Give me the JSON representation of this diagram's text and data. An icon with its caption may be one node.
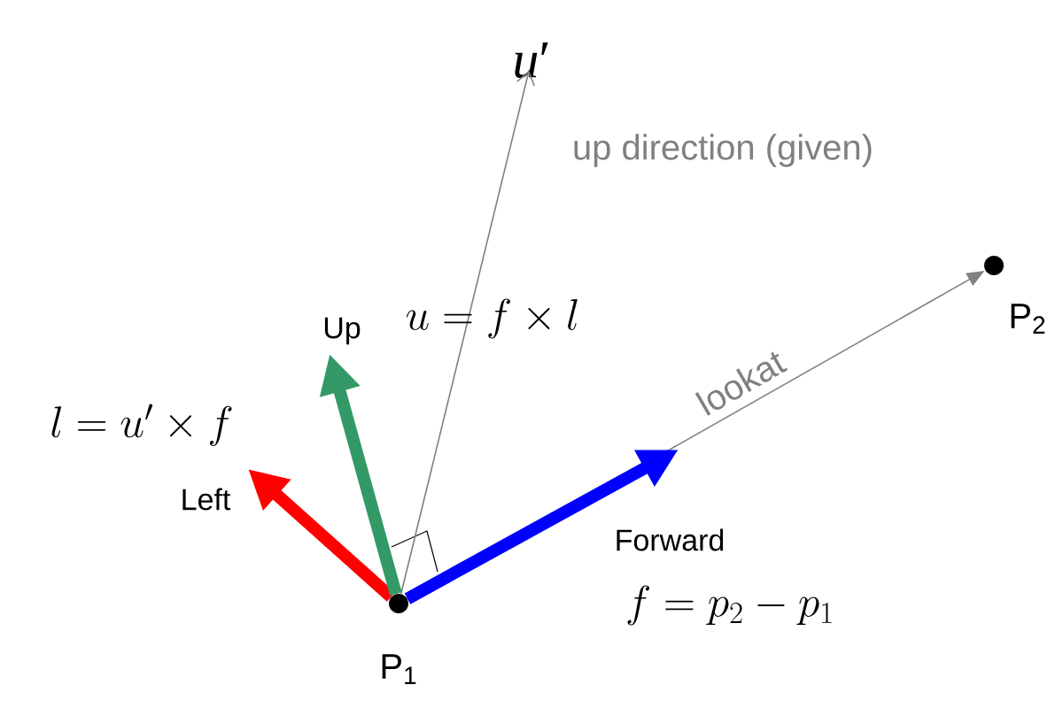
{
  "diagram": {
    "nodes": [
      {
        "text": [],
        "shape": "circle",
        "beside": [
          "P$_{1}$"
        ]
      },
      {
        "text": [],
        "shape": "circle",
        "beside": [
          "P$_{2}$"
        ]
      },
      {
        "text": [
          "*u*′"
        ]
      }
    ],
    "edges": [
      {
        "from": 0,
        "to": null,
        "arrow": "to",
        "label": "Forward",
        "color": "#0000ff"
      },
      {
        "from": 0,
        "to": null,
        "arrow": "to",
        "label": "Left",
        "color": "#ff0000"
      },
      {
        "from": 0,
        "to": null,
        "arrow": "to",
        "label": "Up",
        "color": "#339966"
      },
      {
        "from": 0,
        "to": 2,
        "arrow": "to",
        "label": "up direction (given)",
        "color": "#808080"
      },
      {
        "from": 0,
        "to": 1,
        "arrow": "to",
        "label": "lookat",
        "color": "#808080"
      }
    ],
    "labels": [
      "u = f \\times l",
      "l = u' \\times f",
      "f = p_2 - p_1"
    ]
  }
}
